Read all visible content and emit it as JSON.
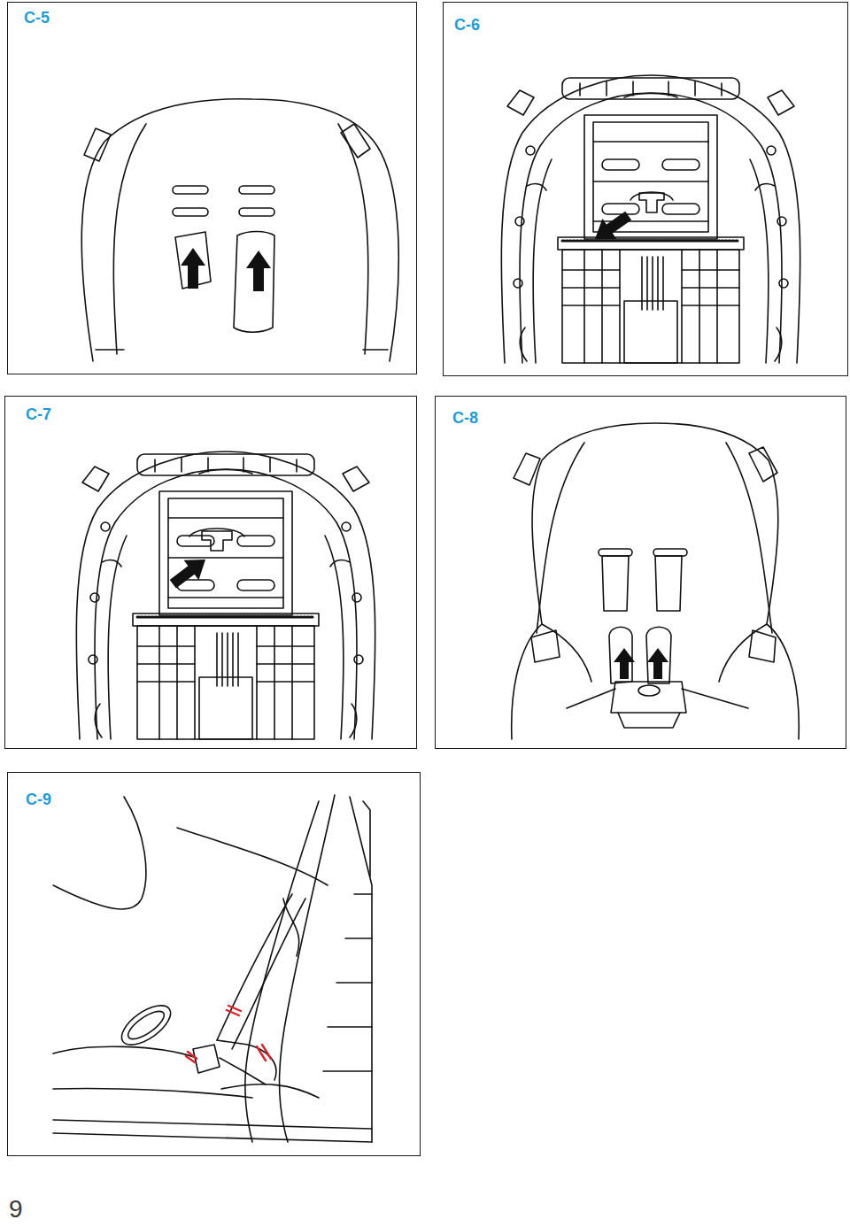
{
  "diagram": {
    "nodes": [
      {
        "text": [
          "C-5"
        ]
      },
      {
        "text": [
          "C-6"
        ]
      },
      {
        "text": [
          "C-7"
        ]
      },
      {
        "text": [
          "C-8"
        ]
      },
      {
        "text": [
          "C-9"
        ]
      }
    ],
    "labels": [
      "9"
    ]
  }
}
